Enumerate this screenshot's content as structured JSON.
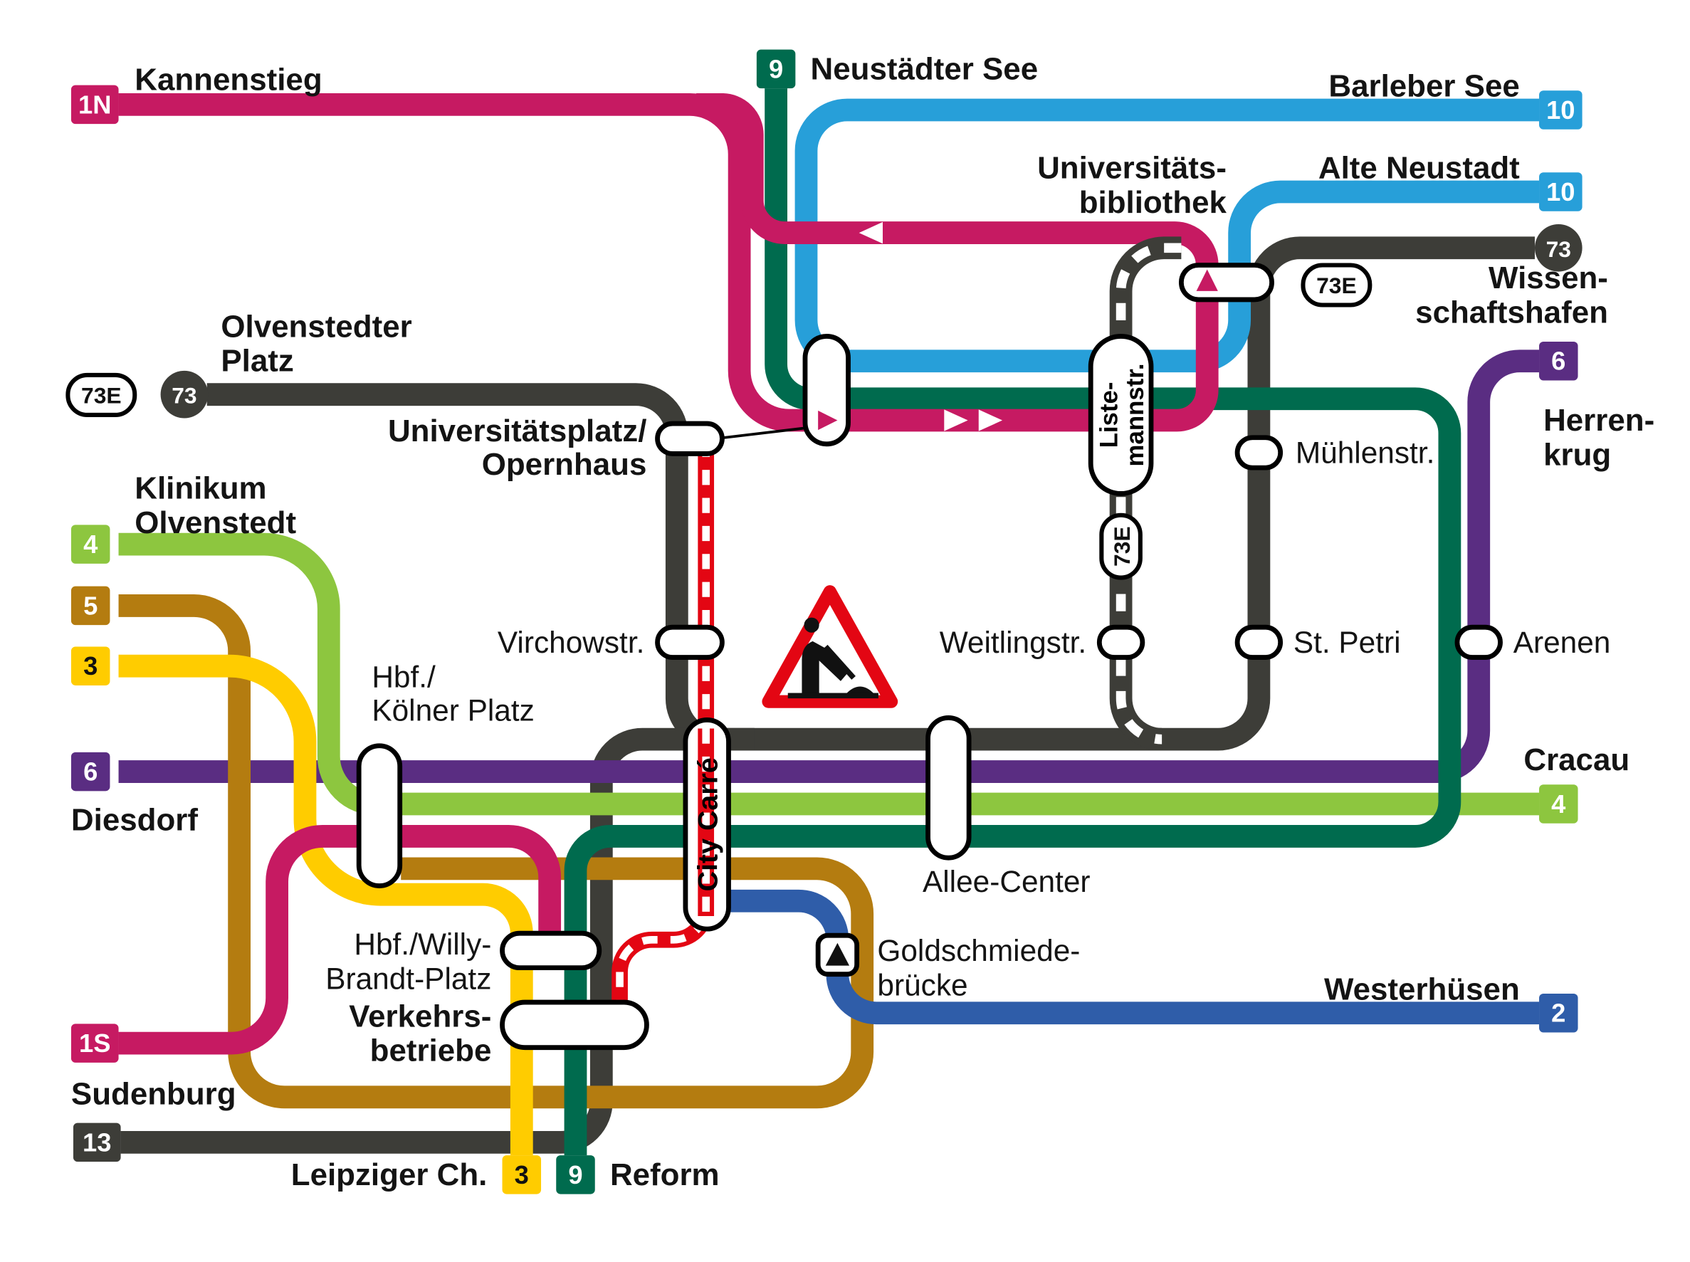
{
  "background": "#FFFFFF",
  "colors": {
    "line1": "#C61A62",
    "line2": "#2F5DA9",
    "line3": "#FFCC00",
    "line4": "#8DC63F",
    "line5": "#B47C10",
    "line6": "#5A2D82",
    "line9": "#006B4E",
    "line10": "#279FD9",
    "line73": "#3D3D38",
    "closure": "#E30613",
    "pill_fill": "#FFFFFF",
    "pill_stroke": "#000000",
    "text": "#141414"
  },
  "badges": {
    "n1n": "1N",
    "n1s": "1S",
    "n2": "2",
    "n3": "3",
    "n4": "4",
    "n5": "5",
    "n6": "6",
    "n9": "9",
    "n10": "10",
    "n13": "13",
    "n73": "73",
    "n73e": "73E"
  },
  "labels": {
    "kannenstieg": "Kannenstieg",
    "neustaedter_see": "Neustädter See",
    "barleber_see": "Barleber See",
    "alte_neustadt": "Alte Neustadt",
    "unibib": [
      "Universitäts-",
      "bibliothek"
    ],
    "wissenschaftshafen": [
      "Wissen-",
      "schaftshafen"
    ],
    "olvenstedter_platz": [
      "Olvenstedter",
      "Platz"
    ],
    "herrenkrug": [
      "Herren-",
      "krug"
    ],
    "muehlenstr": "Mühlenstr.",
    "universitaetsplatz": [
      "Universitätsplatz/",
      "Opernhaus"
    ],
    "klinikum": [
      "Klinikum",
      "Olvenstedt"
    ],
    "virchowstr": "Virchowstr.",
    "weitlingstr": "Weitlingstr.",
    "st_petri": "St. Petri",
    "arenen": "Arenen",
    "hbf_koelner": [
      "Hbf./",
      "Kölner Platz"
    ],
    "diesdorf": "Diesdorf",
    "cracau": "Cracau",
    "allee_center": "Allee-Center",
    "city_carre": "City Carré",
    "listemannstr": [
      "Liste-",
      "mannstr."
    ],
    "goldschmiedebruecke": [
      "Goldschmiede-",
      "brücke"
    ],
    "hbf_wbp": [
      "Hbf./Willy-",
      "Brandt-Platz"
    ],
    "verkehrsbetriebe": [
      "Verkehrs-",
      "betriebe"
    ],
    "westerhuesen": "Westerhüsen",
    "sudenburg": "Sudenburg",
    "leipziger_ch": "Leipziger Ch.",
    "reform": "Reform"
  },
  "icons": {
    "roadworks": "roadworks-warning-triangle",
    "arrow_left": "◄",
    "arrow_right": "►",
    "arrow_up": "▲"
  },
  "lines": [
    {
      "number": "1N",
      "color_key": "line1",
      "visible_termini": [
        "Kannenstieg"
      ]
    },
    {
      "number": "1S",
      "color_key": "line1",
      "visible_termini": [
        "Sudenburg"
      ]
    },
    {
      "number": "2",
      "color_key": "line2",
      "visible_termini": [
        "Westerhüsen"
      ]
    },
    {
      "number": "3",
      "color_key": "line3",
      "visible_termini": [
        "Leipziger Ch."
      ]
    },
    {
      "number": "4",
      "color_key": "line4",
      "visible_termini": [
        "Klinikum Olvenstedt",
        "Cracau"
      ]
    },
    {
      "number": "5",
      "color_key": "line5",
      "visible_termini": []
    },
    {
      "number": "6",
      "color_key": "line6",
      "visible_termini": [
        "Diesdorf",
        "Herrenkrug"
      ]
    },
    {
      "number": "9",
      "color_key": "line9",
      "visible_termini": [
        "Neustädter See",
        "Reform"
      ]
    },
    {
      "number": "10",
      "color_key": "line10",
      "visible_termini": [
        "Barleber See",
        "Alte Neustadt"
      ]
    },
    {
      "number": "13",
      "color_key": "line73",
      "visible_termini": []
    },
    {
      "number": "73",
      "color_key": "line73",
      "visible_termini": [
        "Olvenstedter Platz",
        "Wissenschaftshafen"
      ]
    },
    {
      "number": "73E",
      "color_key": "line73",
      "visible_termini": []
    }
  ],
  "stations": [
    "Universitätsplatz/Opernhaus",
    "Universitätsbibliothek",
    "Listemannstr.",
    "Mühlenstr.",
    "Virchowstr.",
    "Weitlingstr.",
    "St. Petri",
    "Arenen",
    "Hbf./Kölner Platz",
    "City Carré",
    "Allee-Center",
    "Goldschmiedebrücke",
    "Hbf./Willy-Brandt-Platz",
    "Verkehrsbetriebe"
  ]
}
